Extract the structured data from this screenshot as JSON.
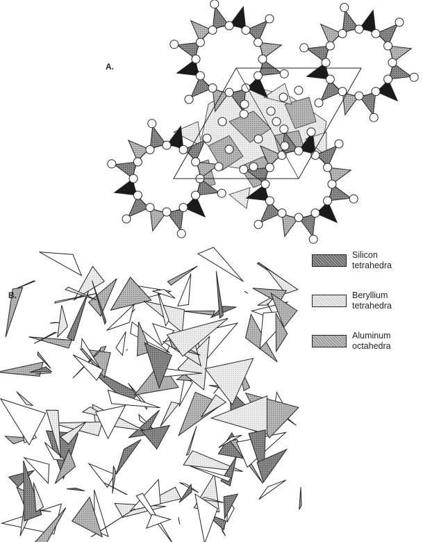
{
  "panels": [
    {
      "label": "A."
    },
    {
      "label": "B."
    }
  ],
  "legend": [
    {
      "line1": "Silicon",
      "line2": "tetrahedra",
      "pattern": "dark",
      "color": "#8a8a8a"
    },
    {
      "line1": "Beryllium",
      "line2": "tetrahedra",
      "pattern": "light",
      "color": "#e4e4e4"
    },
    {
      "line1": "Aluminum",
      "line2": "octahedra",
      "pattern": "medium",
      "color": "#b6b6b6"
    }
  ]
}
